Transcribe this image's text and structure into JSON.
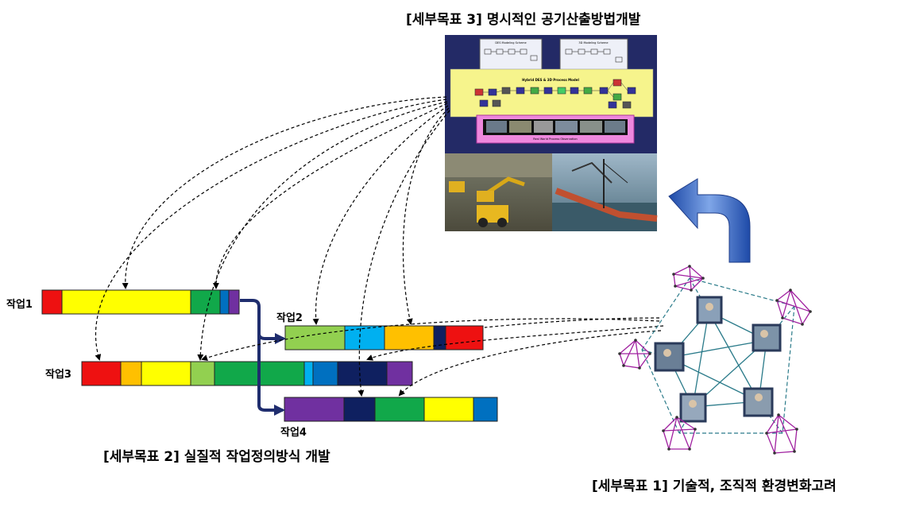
{
  "titles": {
    "goal3": "[세부목표 3] 명시적인 공기산출방법개발",
    "goal2": "[세부목표 2] 실질적 작업정의방식  개발",
    "goal1": "[세부목표 1] 기술적, 조직적 환경변화고려"
  },
  "tasks": {
    "task1": "작업1",
    "task2": "작업2",
    "task3": "작업3",
    "task4": "작업4"
  },
  "model_panel": {
    "box_left": "DES Modeling Scheme",
    "box_right": "3D Modeling Scheme",
    "box_mid": "Hybrid DES & 3D Process Model",
    "film_caption": "Real World Process Observation"
  },
  "colors": {
    "red": "#ee1111",
    "yellow": "#ffff00",
    "green": "#11a84a",
    "lightgreen": "#92d050",
    "orange": "#ffc000",
    "cyan": "#00b0f0",
    "blue": "#0070c0",
    "navy": "#0f2060",
    "purple": "#7030a0",
    "arrow_dark": "#1f2d6e",
    "network_teal": "#2b7b8a",
    "cluster": "#a020a0",
    "curved_arrow": "#3a64b8"
  }
}
